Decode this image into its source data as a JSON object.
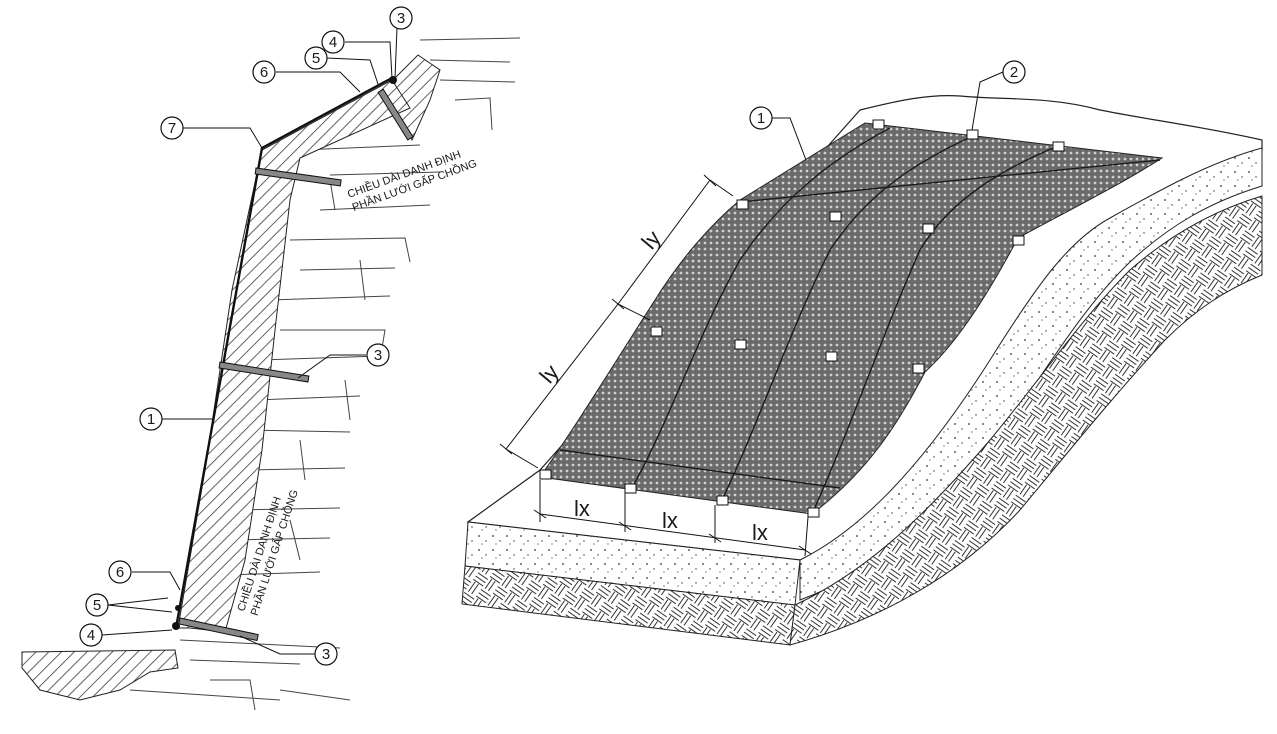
{
  "section_view": {
    "callouts": {
      "c1": "1",
      "c3_top": "3",
      "c3_mid": "3",
      "c3_bot": "3",
      "c4_top": "4",
      "c4_bot": "4",
      "c5_top": "5",
      "c5_bot": "5",
      "c6_top": "6",
      "c6_bot": "6",
      "c7": "7"
    },
    "notes": {
      "top_line1": "CHIỀU DÀI DANH ĐỊNH",
      "top_line2": "PHẦN LƯỚI GẤP CHỒNG",
      "bottom_line1": "CHIỀU DÀI DANH ĐỊNH",
      "bottom_line2": "PHẦN LƯỚI GẤP CHỒNG"
    }
  },
  "perspective_view": {
    "callouts": {
      "c1": "1",
      "c2": "2"
    },
    "dimensions": {
      "ly_upper": "ly",
      "ly_lower": "ly",
      "lx_1": "lx",
      "lx_2": "lx",
      "lx_3": "lx"
    }
  },
  "colors": {
    "line": "#1a1a1a",
    "mesh_fill": "#5f5f5f",
    "hatch": "#3c3c3c",
    "background": "#ffffff"
  }
}
